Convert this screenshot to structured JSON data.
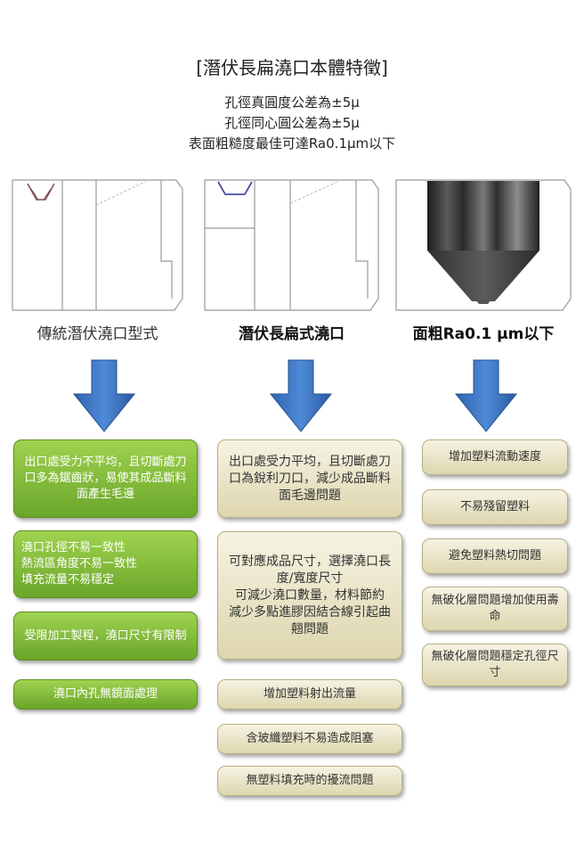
{
  "title": "[潛伏長扁澆口本體特徵]",
  "specs": [
    "孔徑真圓度公差為±5μ",
    "孔徑同心圓公差為±5μ",
    "表面粗糙度最佳可達Ra0.1μm以下"
  ],
  "columns": [
    {
      "caption": "傳統潛伏澆口型式",
      "boxes": [
        "出口處受力不平均，且切斷處刀口多為鋸齒狀，易使其成品斷料面產生毛邊",
        "澆口孔徑不易一致性\n熱流區角度不易一致性\n填充流量不易穩定",
        "受限加工製程，澆口尺寸有限制",
        "澆口內孔無鏡面處理"
      ]
    },
    {
      "caption": "潛伏長扁式澆口",
      "boxes": [
        "出口處受力平均，且切斷處刀口為銳利刀口，減少成品斷料面毛邊問題",
        "可對應成品尺寸，選擇澆口長度/寬度尺寸\n可減少澆口數量，材料節約\n減少多點進膠因結合線引起曲翹問題",
        "增加塑料射出流量",
        "含玻纖塑料不易造成阻塞",
        "無塑料填充時的擾流問題"
      ]
    },
    {
      "caption": "面粗Ra0.1 μm以下",
      "boxes": [
        "增加塑料流動速度",
        "不易殘留塑料",
        "避免塑料熱切問題",
        "無破化層問題增加使用壽命",
        "無破化層問題穩定孔徑尺寸"
      ]
    }
  ],
  "colors": {
    "arrow": "#2e66b5",
    "green_box": "#86bd3a",
    "tan_box": "#e9e4c7"
  }
}
